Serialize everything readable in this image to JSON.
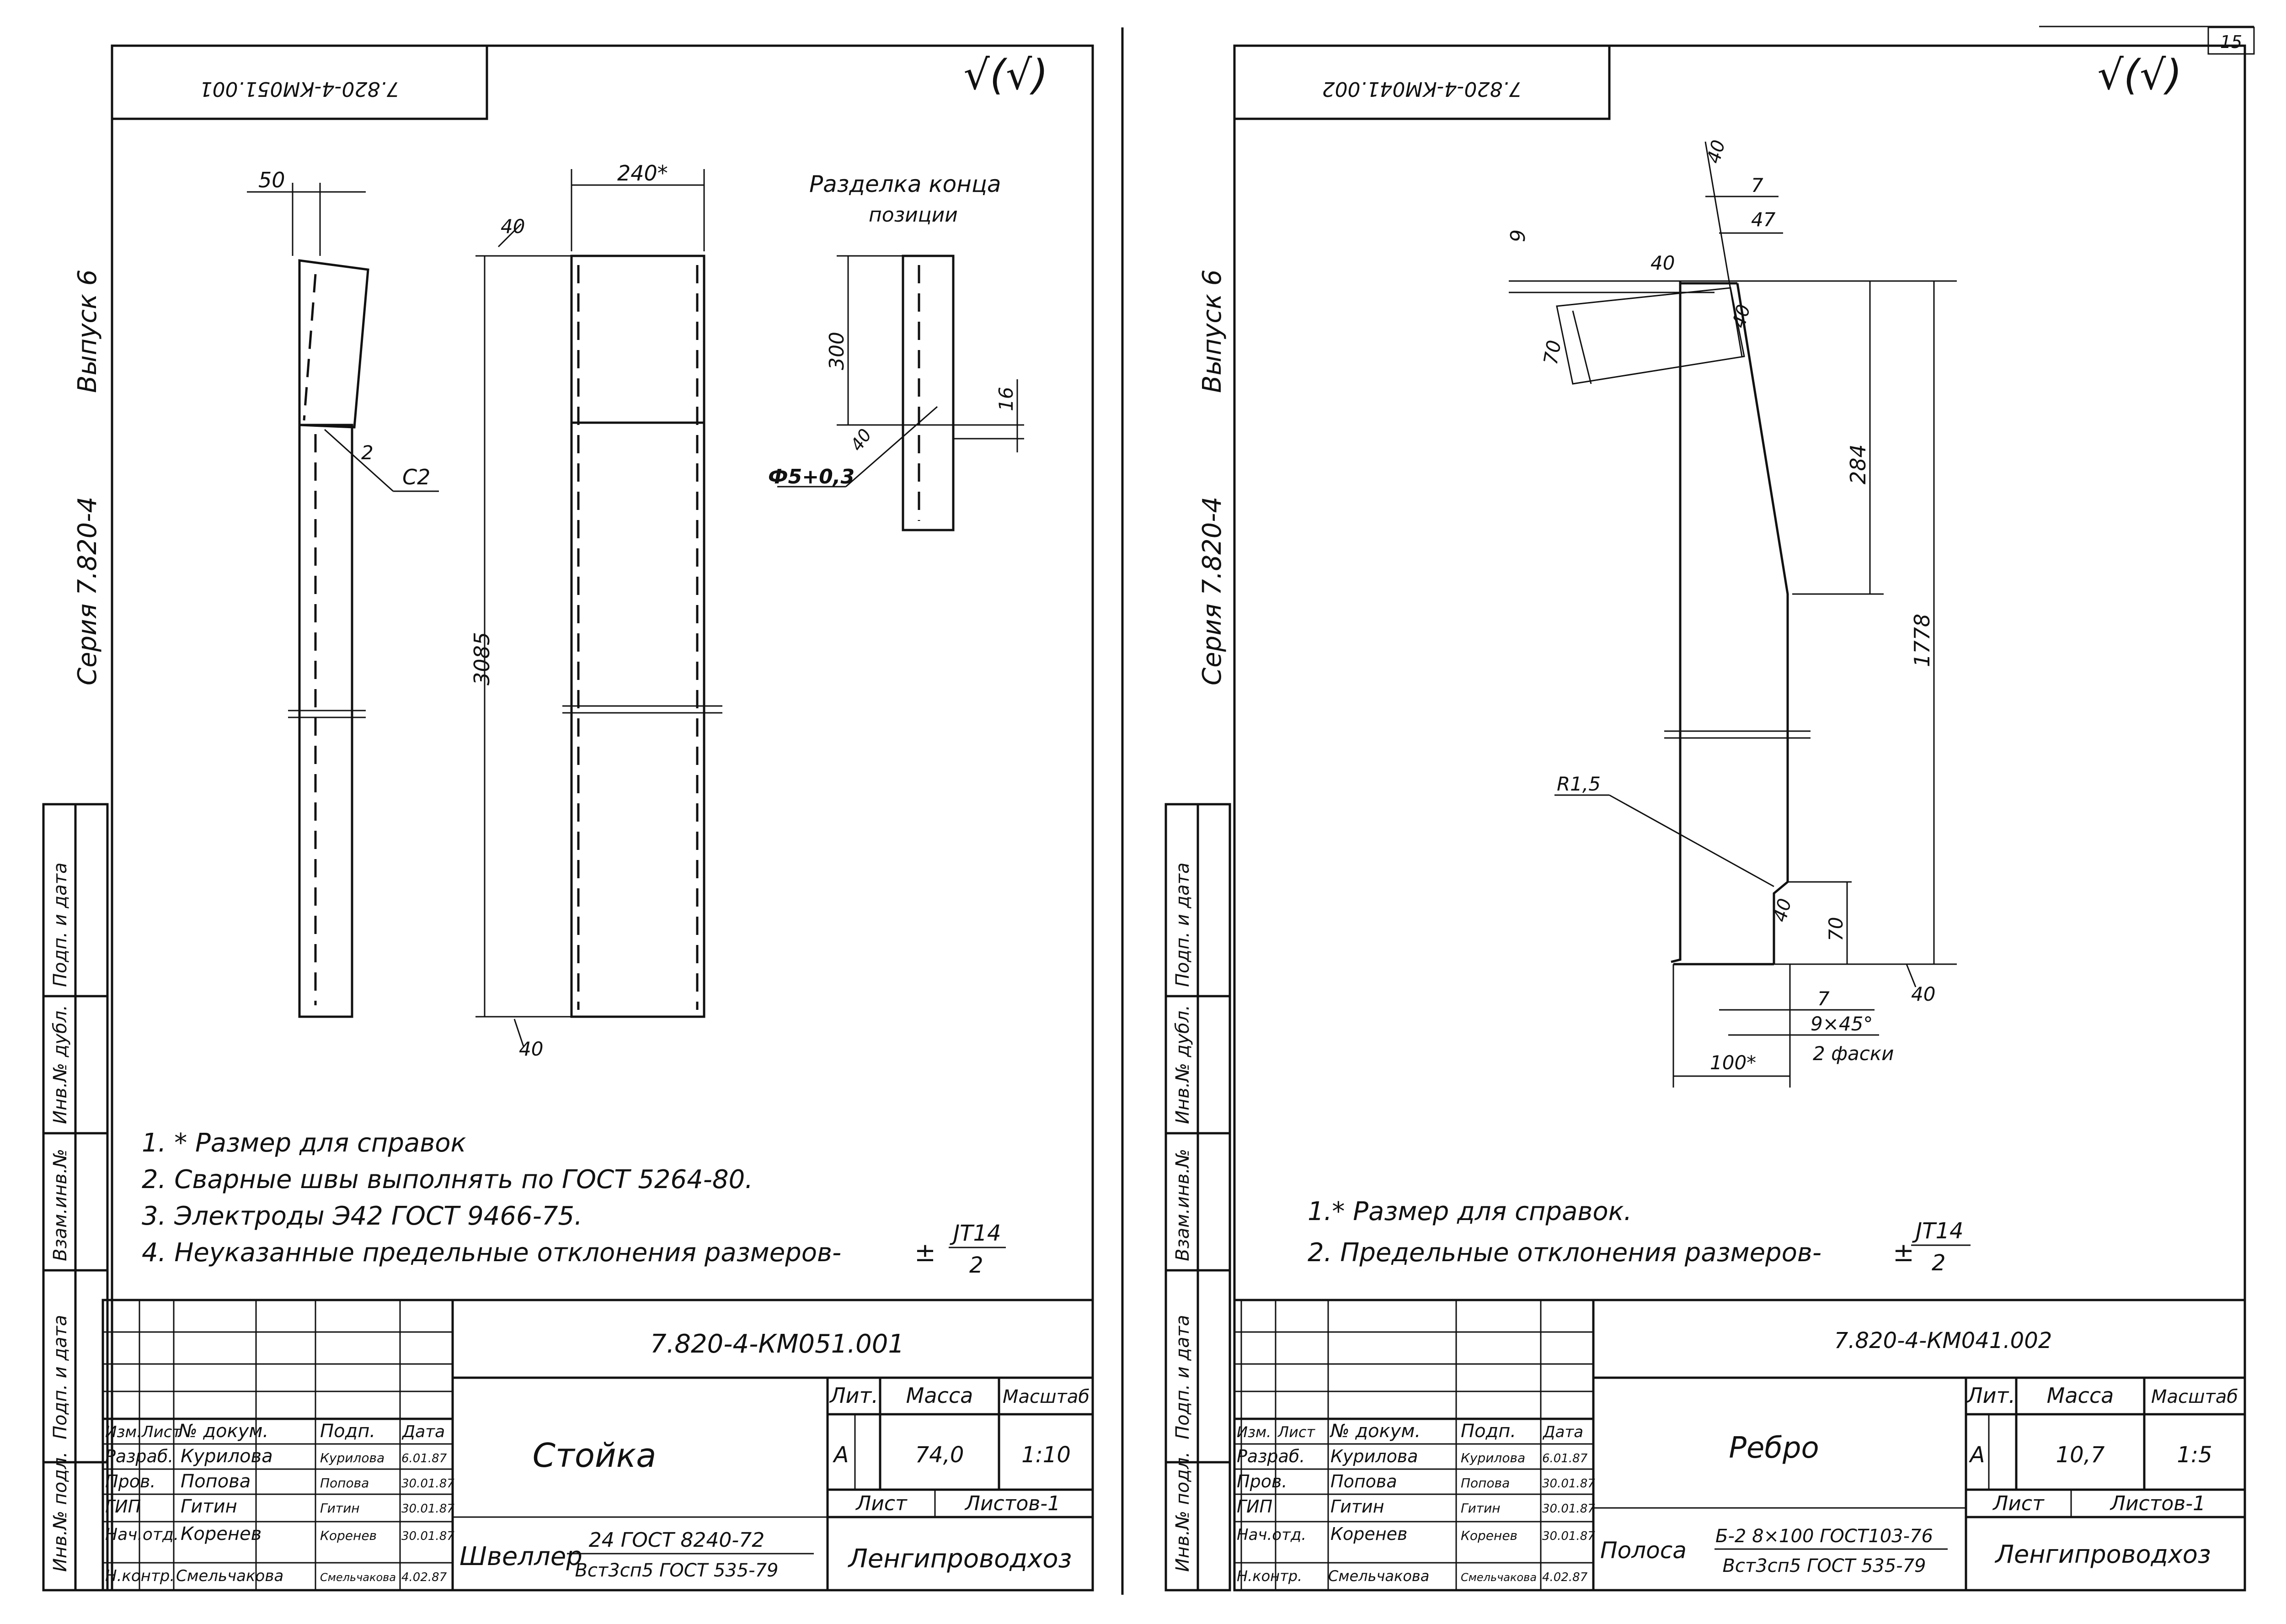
{
  "page_number": "15",
  "left": {
    "code_rotated": "7.820-4-КМ051.001",
    "side_issue": "Выпуск 6",
    "side_series": "Серия 7.820-4",
    "roughness": "√(√)",
    "dims": {
      "d50": "50",
      "d240": "240*",
      "d40a": "40",
      "d3085": "3085",
      "d40b": "40",
      "c2": "C2",
      "n2": "2",
      "d300": "300",
      "d16": "16",
      "d40c": "40",
      "phi": "Ф5+0,3"
    },
    "detail_title_1": "Разделка конца",
    "detail_title_2": "позиции",
    "notes": [
      "1. * Размер для справок",
      "2. Сварные швы выполнять по ГОСТ 5264-80.",
      "3. Электроды Э42 ГОСТ 9466-75.",
      "4. Неуказанные предельные отклонения размеров-"
    ],
    "tolerance": {
      "sign": "±",
      "num": "JT14",
      "den": "2"
    },
    "tb": {
      "code": "7.820-4-КМ051.001",
      "name": "Стойка",
      "lit_h": "Лит.",
      "mass_h": "Масса",
      "scale_h": "Масштаб",
      "lit": "А",
      "mass": "74,0",
      "scale": "1:10",
      "sheet": "Лист",
      "sheets": "Листов-1",
      "mat_prefix": "Швеллер",
      "mat_top": "24 ГОСТ 8240-72",
      "mat_bottom": "Вст3сп5 ГОСТ 535-79",
      "org": "Ленгипроводхоз",
      "hdr": [
        "Изм.",
        "Лист",
        "№ докум.",
        "Подп.",
        "Дата"
      ],
      "rows": [
        [
          "Разраб.",
          "Курилова",
          "Курилова",
          "6.01.87"
        ],
        [
          "Пров.",
          "Попова",
          "Попова",
          "30.01.87"
        ],
        [
          "ГИП",
          "Гитин",
          "Гитин",
          "30.01.87"
        ],
        [
          "Нач.отд.",
          "Коренев",
          "Коренев",
          "30.01.87"
        ],
        [
          "Н.контр.",
          "Смельчакова",
          "Смельчакова",
          "4.02.87"
        ]
      ]
    },
    "stamps": [
      "Инв.№ подл.",
      "Подп. и дата",
      "Взам.инв.№",
      "Инв.№ дубл.",
      "Подп. и дата"
    ]
  },
  "right": {
    "code_rotated": "7.820-4-КМ041.002",
    "side_issue": "Выпуск 6",
    "side_series": "Серия 7.820-4",
    "roughness": "√(√)",
    "dims": {
      "d40a": "40",
      "d7a": "7",
      "d47": "47",
      "d9": "9",
      "d40b": "40",
      "d40c": "40",
      "d70a": "70",
      "d284": "284",
      "d1778": "1778",
      "r": "R1,5",
      "d40d": "40",
      "d70b": "70",
      "d40e": "40",
      "d7b": "7",
      "ch": "9×45°",
      "ch2": "2 фаски",
      "d100": "100*"
    },
    "notes": [
      "1.* Размер для справок.",
      "2. Предельные отклонения размеров-"
    ],
    "tolerance": {
      "sign": "±",
      "num": "JT14",
      "den": "2"
    },
    "tb": {
      "code": "7.820-4-КМ041.002",
      "name": "Ребро",
      "lit_h": "Лит.",
      "mass_h": "Масса",
      "scale_h": "Масштаб",
      "lit": "А",
      "mass": "10,7",
      "scale": "1:5",
      "sheet": "Лист",
      "sheets": "Листов-1",
      "mat_prefix": "Полоса",
      "mat_top": "Б-2 8×100 ГОСТ103-76",
      "mat_bottom": "Вст3сп5 ГОСТ 535-79",
      "org": "Ленгипроводхоз",
      "hdr": [
        "Изм.",
        "Лист",
        "№ докум.",
        "Подп.",
        "Дата"
      ],
      "rows": [
        [
          "Разраб.",
          "Курилова",
          "Курилова",
          "6.01.87"
        ],
        [
          "Пров.",
          "Попова",
          "Попова",
          "30.01.87"
        ],
        [
          "ГИП",
          "Гитин",
          "Гитин",
          "30.01.87"
        ],
        [
          "Нач.отд.",
          "Коренев",
          "Коренев",
          "30.01.87"
        ],
        [
          "Н.контр.",
          "Смельчакова",
          "Смельчакова",
          "4.02.87"
        ]
      ]
    },
    "stamps": [
      "Инв.№ подл.",
      "Подп. и дата",
      "Взам.инв.№",
      "Инв.№ дубл.",
      "Подп. и дата"
    ]
  }
}
